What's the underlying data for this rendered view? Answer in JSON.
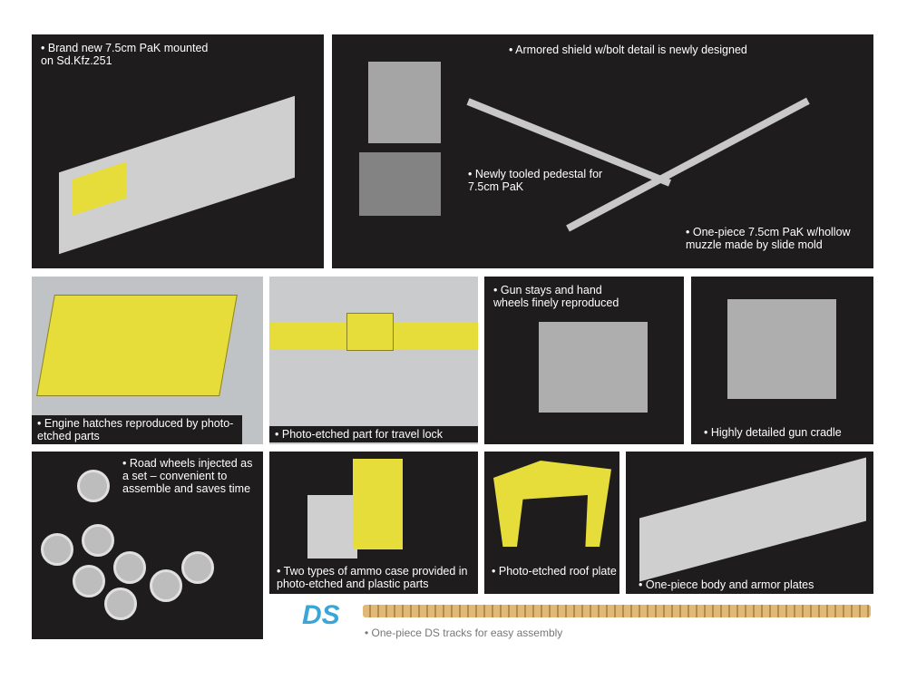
{
  "features": [
    {
      "caption": "Brand new 7.5cm PaK mounted on Sd.Kfz.251"
    },
    {
      "caption": "Armored shield w/bolt detail is newly designed"
    },
    {
      "caption": "Newly tooled pedestal for 7.5cm PaK"
    },
    {
      "caption": "One-piece 7.5cm PaK w/hollow muzzle made by slide mold"
    },
    {
      "caption": "Engine hatches reproduced by photo-etched parts"
    },
    {
      "caption": "Photo-etched part for travel lock"
    },
    {
      "caption": "Gun stays and hand wheels finely reproduced"
    },
    {
      "caption": "Highly detailed gun cradle"
    },
    {
      "caption": "Road wheels injected as a set – convenient to assemble and saves time"
    },
    {
      "caption": "Two types of ammo case provided in photo-etched and plastic parts"
    },
    {
      "caption": "Photo-etched roof plate"
    },
    {
      "caption": "One-piece body and armor plates"
    }
  ],
  "tracks": {
    "caption": "One-piece DS tracks for easy assembly",
    "logo": "DS"
  },
  "colors": {
    "panel": "#1e1c1d",
    "photo_etch": "#e6dc3a",
    "plastic": "#cfcfcf",
    "track": "#e0b878",
    "logo": "#3aa6d8"
  }
}
